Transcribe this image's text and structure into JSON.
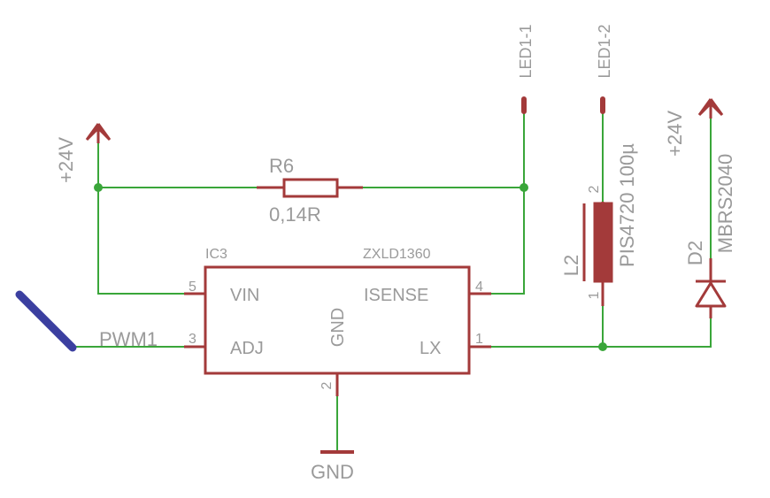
{
  "colors": {
    "wire": "#3aa63a",
    "part": "#a33a3a",
    "label": "#9a9a9a",
    "bus": "#3b3fa0",
    "background": "#ffffff"
  },
  "labels": {
    "supply_left": "+24V",
    "supply_right": "+24V",
    "r6_name": "R6",
    "r6_value": "0,14R",
    "ic3_name": "IC3",
    "ic3_part": "ZXLD1360",
    "pin_vin": "VIN",
    "pin_adj": "ADJ",
    "pin_isense": "ISENSE",
    "pin_lx": "LX",
    "pin_gnd": "GND",
    "pin_num_vin": "5",
    "pin_num_adj": "3",
    "pin_num_isense": "4",
    "pin_num_lx": "1",
    "pin_num_gnd": "2",
    "pwm_net": "PWM1",
    "gnd_symbol": "GND",
    "led1_1": "LED1-1",
    "led1_2": "LED1-2",
    "l2_name": "L2",
    "l2_value": "PIS4720 100µ",
    "l2_pin_top": "2",
    "l2_pin_bottom": "1",
    "d2_name": "D2",
    "d2_value": "MBRS2040"
  }
}
